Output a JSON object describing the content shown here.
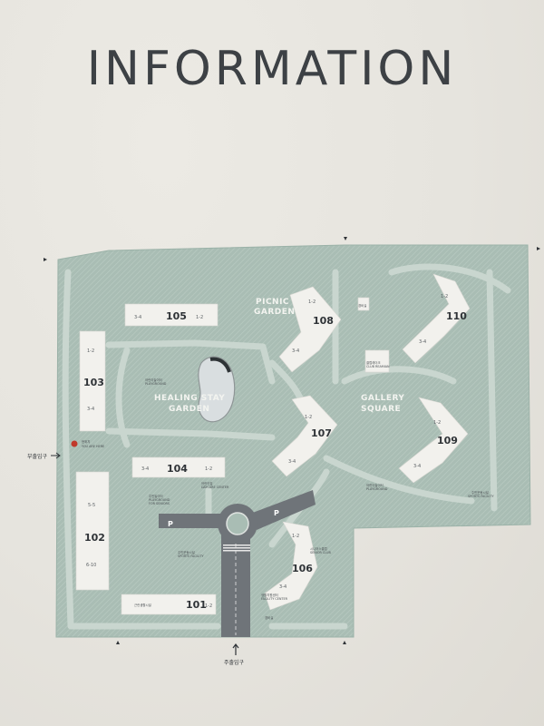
{
  "title": "INFORMATION",
  "colors": {
    "site": "#a9bdb4",
    "path": "#c9d6cf",
    "building": "#f2f1ed",
    "road": "#6f7479",
    "marker": "#c0392b"
  },
  "buildings": [
    {
      "id": "105",
      "label": "105",
      "floors_left": "3-4",
      "floors_right": "1-2"
    },
    {
      "id": "103",
      "label": "103",
      "floors_top": "1-2",
      "floors_bottom": "3-4"
    },
    {
      "id": "108",
      "label": "108",
      "floors_top": "1-2",
      "floors_bottom": "3-4"
    },
    {
      "id": "110",
      "label": "110",
      "floors_top": "1-2",
      "floors_bottom": "3-4"
    },
    {
      "id": "107",
      "label": "107",
      "floors_top": "1-2",
      "floors_bottom": "3-4"
    },
    {
      "id": "109",
      "label": "109",
      "floors_top": "1-2",
      "floors_bottom": "3-4"
    },
    {
      "id": "104",
      "label": "104",
      "floors_left": "3-4",
      "floors_right": "1-2"
    },
    {
      "id": "102",
      "label": "102",
      "floors_top": "5-5",
      "floors_bottom": "6-10"
    },
    {
      "id": "106",
      "label": "106",
      "floors_top": "1-2",
      "floors_bottom": "3-4"
    },
    {
      "id": "101",
      "label": "101",
      "floors_right": "1-2"
    }
  ],
  "areas": {
    "picnic": [
      "PICNIC",
      "GARDEN"
    ],
    "healing": [
      "HEALING STAY",
      "GARDEN"
    ],
    "gallery": [
      "GALLERY",
      "SQUARE"
    ]
  },
  "facilities": {
    "playground_1": [
      "어린이놀이터",
      "PLAYGROUND"
    ],
    "club": [
      "클럽레이크",
      "CLUB REAMIAN"
    ],
    "guard": "경비실",
    "daycare": [
      "어린이집",
      "DAYCARE CENTER"
    ],
    "playground_2": [
      "주민놀이터",
      "PLAYGROUND",
      "FOR SENIORS"
    ],
    "sports_1": [
      "주민운동시설",
      "SPORTS FACILITY"
    ],
    "playground_3": [
      "어린이놀이터",
      "PLAYGROUND"
    ],
    "sports_2": [
      "주민운동시설",
      "SPORTS FACILITY"
    ],
    "senior": [
      "시니어스클럽",
      "SENIOR CLUB"
    ],
    "welfare": [
      "생활지원센터",
      "FACILITY CENTER"
    ],
    "guard_2": "경비실",
    "retail": "근린생활시설"
  },
  "you_are_here": [
    "현위치",
    "YOU ARE HERE"
  ],
  "entrances": {
    "side": "부출입구",
    "main": "주출입구"
  },
  "parking": "P"
}
